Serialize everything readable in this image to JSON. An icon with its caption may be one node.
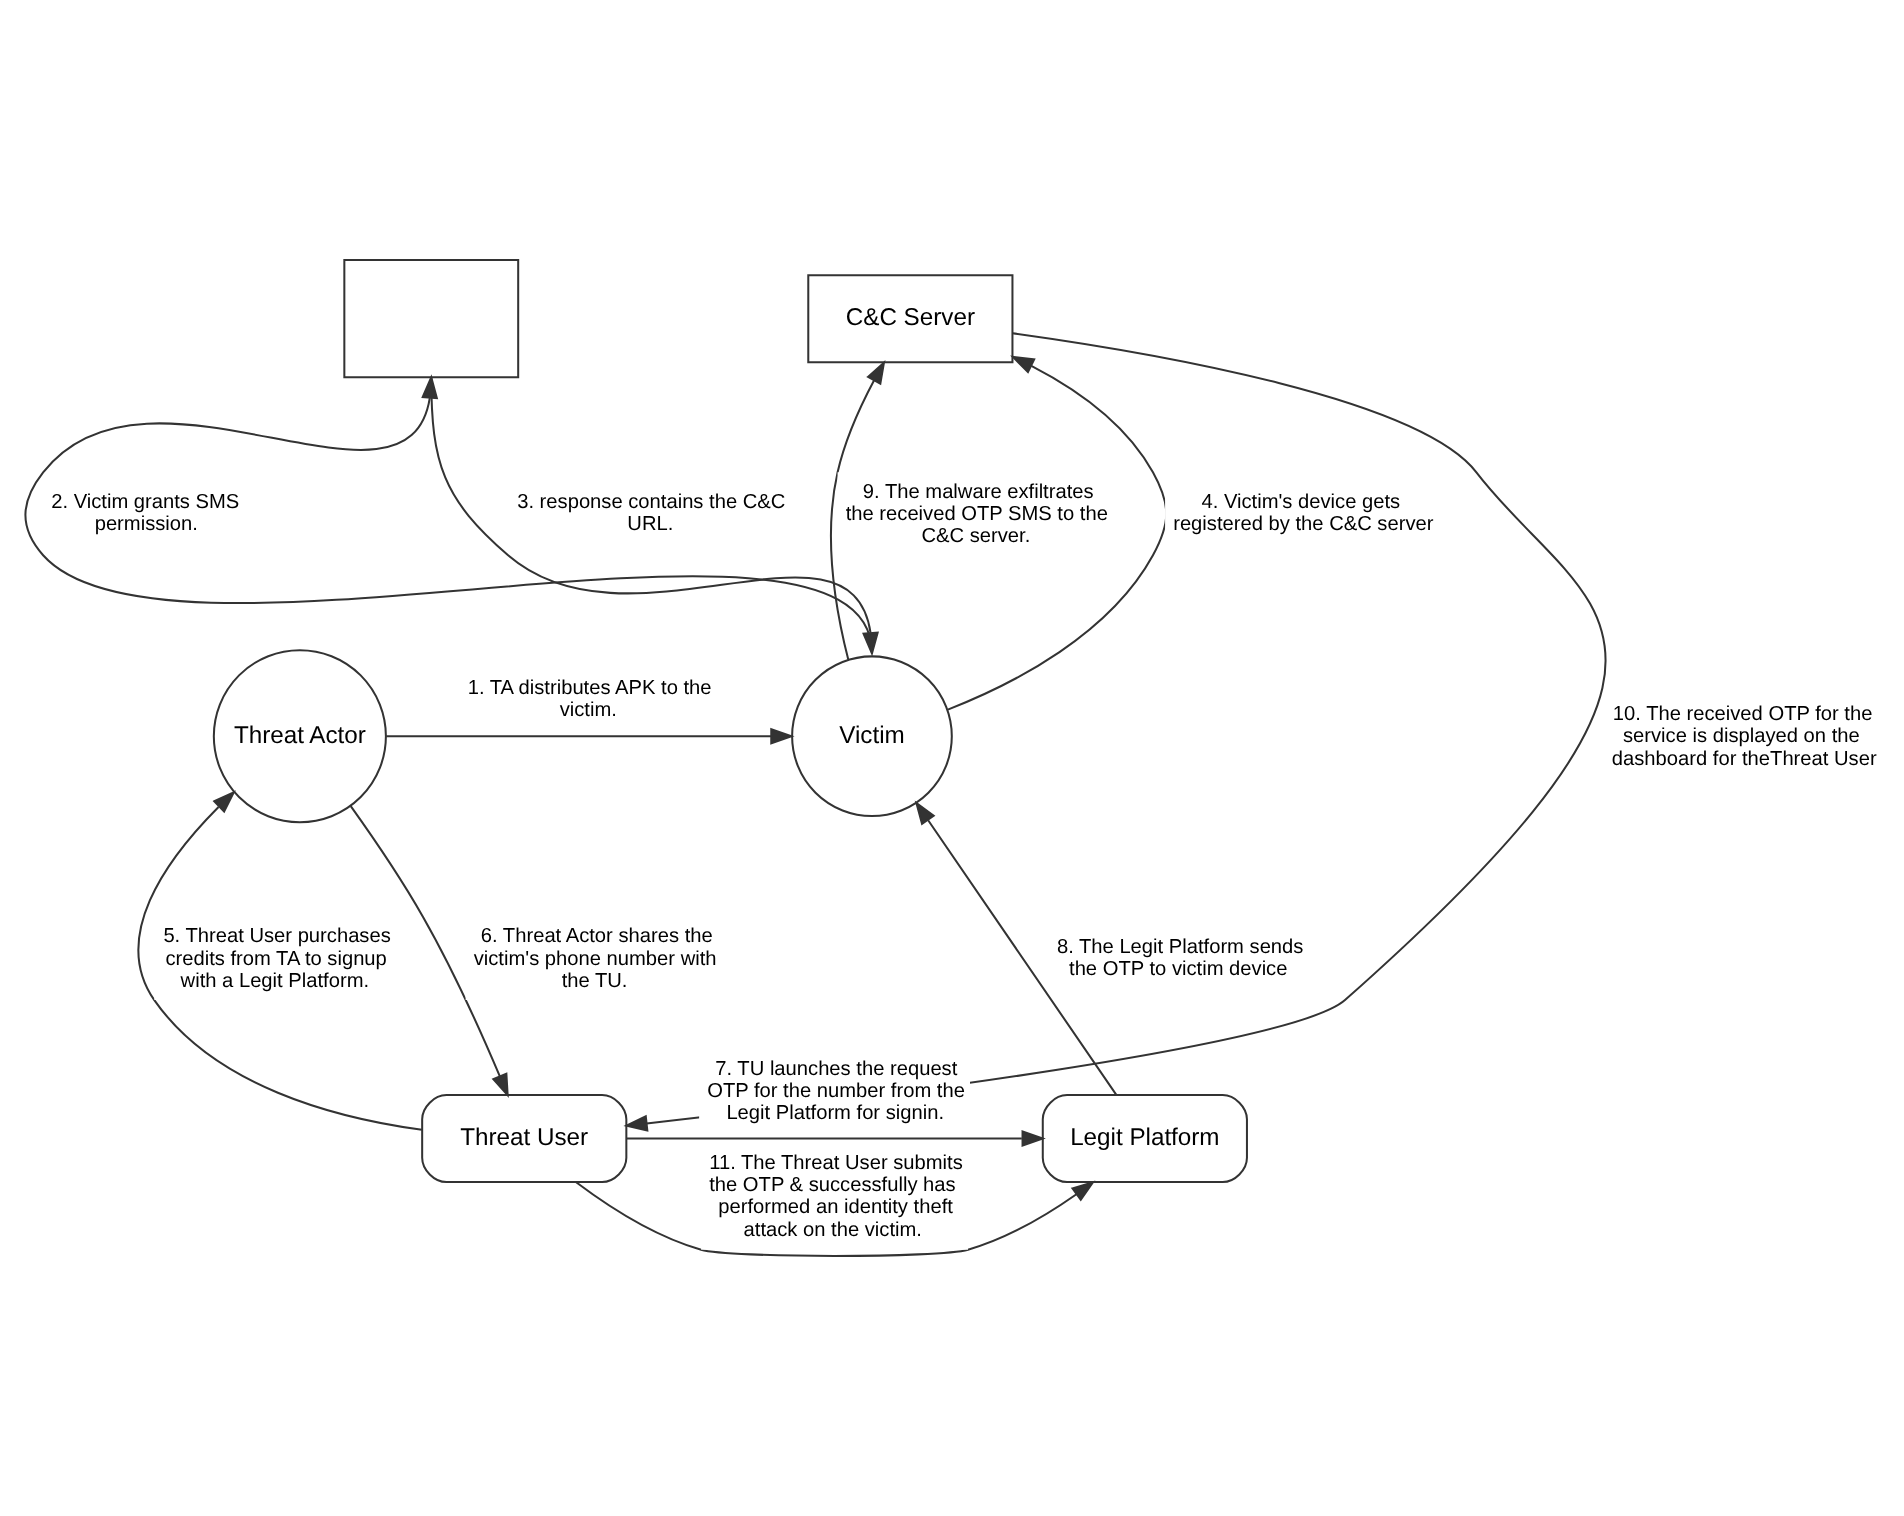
{
  "diagram": {
    "nodes": [
      {
        "text": [],
        "shape": "box"
      },
      {
        "text": [
          "C&C Server"
        ]
      },
      {
        "text": [
          "Threat Actor"
        ]
      },
      {
        "text": [
          "Victim"
        ]
      },
      {
        "text": [
          "Threat User"
        ]
      },
      {
        "text": [
          "Legit Platform"
        ]
      }
    ],
    "edges": [
      {
        "from": 2,
        "to": 3,
        "arrow": "to",
        "label": "1. TA distributes APK to the victim."
      },
      {
        "from": 3,
        "to": 0,
        "arrow": "to",
        "label": "2. Victim grants SMS permission."
      },
      {
        "from": 0,
        "to": 3,
        "arrow": "to",
        "label": "3. response contains the C&C URL."
      },
      {
        "from": 3,
        "to": 1,
        "arrow": "to",
        "label": "4. Victim's device gets registered by the C&C server"
      },
      {
        "from": 4,
        "to": 2,
        "arrow": "to",
        "label": "5. Threat User purchases credits from TA to signup with a Legit Platform."
      },
      {
        "from": 2,
        "to": 4,
        "arrow": "to",
        "label": "6. Threat Actor shares the victim's phone number with the TU."
      },
      {
        "from": 4,
        "to": 5,
        "arrow": "to",
        "label": "7. TU launches the request OTP for the number from the Legit Platform for signin."
      },
      {
        "from": 5,
        "to": 3,
        "arrow": "to",
        "label": "8. The Legit Platform sends the OTP to victim device"
      },
      {
        "from": 3,
        "to": 1,
        "arrow": "to",
        "label": "9. The malware exfiltrates the received OTP SMS to the C&C server."
      },
      {
        "from": 1,
        "to": 4,
        "arrow": "to",
        "label": "10. The received OTP for the service is displayed on the dashboard for theThreat User"
      },
      {
        "from": 4,
        "to": 5,
        "arrow": "to",
        "label": "11. The Threat User submits the OTP & successfully has performed an identity theft attack on the victim."
      }
    ]
  }
}
